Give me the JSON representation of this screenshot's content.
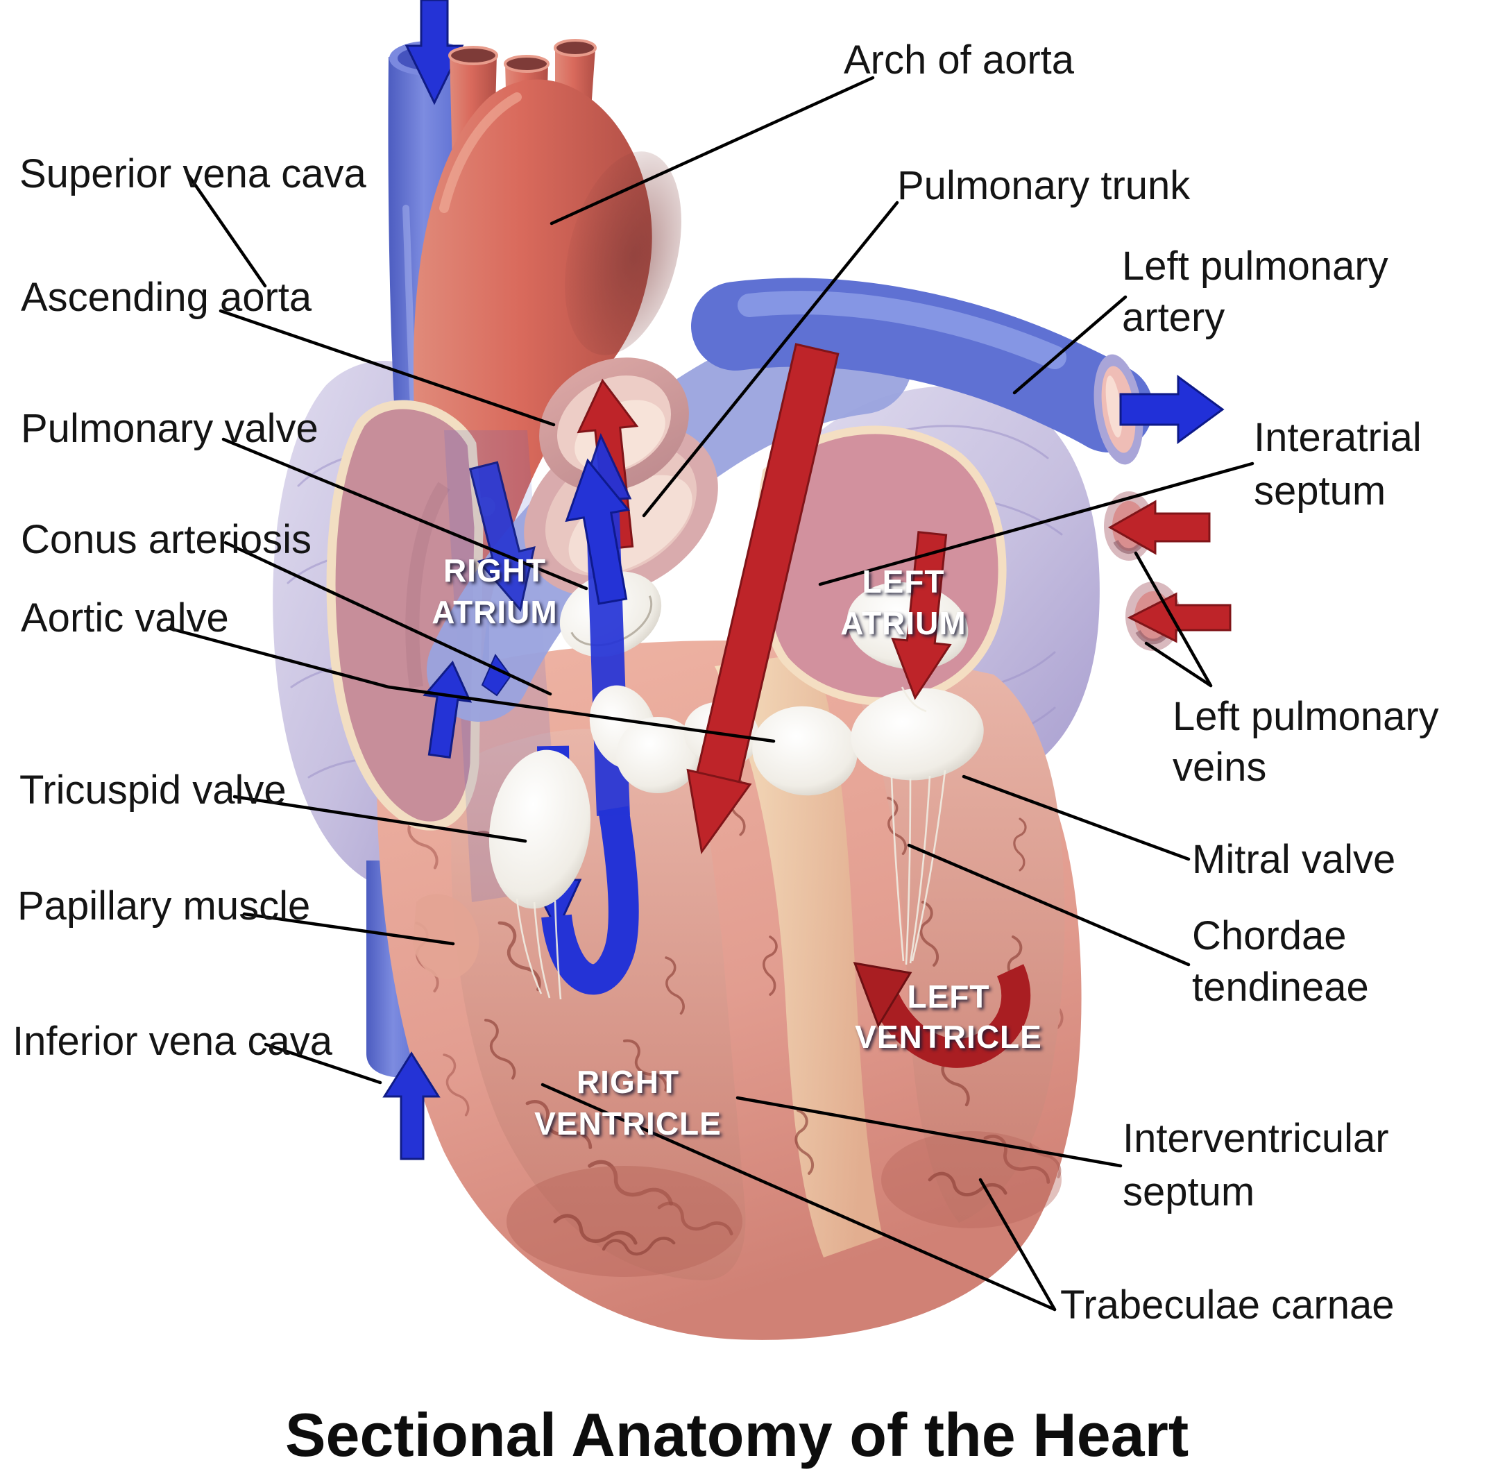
{
  "figure": {
    "title": "Sectional Anatomy of the Heart",
    "background_color": "#ffffff",
    "label_text_color": "#141414",
    "leader_line_color": "#000000",
    "colors": {
      "vein_blue": "#5f71d3",
      "flow_arrow_blue": "#2433d6",
      "artery_red": "#d96a5c",
      "flow_arrow_red": "#be2429",
      "outer_wall_lavender": "#c7c0e0",
      "myocardium_salmon": "#e29d90",
      "valve_white": "#f4f1ea",
      "atrium_rose": "#c98f9c",
      "septum_cream": "#f0d6b4"
    },
    "chambers": [
      {
        "id": "right-atrium",
        "lines": [
          "RIGHT",
          "ATRIUM"
        ]
      },
      {
        "id": "left-atrium",
        "lines": [
          "LEFT",
          "ATRIUM"
        ]
      },
      {
        "id": "right-ventricle",
        "lines": [
          "RIGHT",
          "VENTRICLE"
        ]
      },
      {
        "id": "left-ventricle",
        "lines": [
          "LEFT",
          "VENTRICLE"
        ]
      }
    ],
    "labels": [
      {
        "id": "superior-vena-cava",
        "lines": [
          "Superior vena cava"
        ]
      },
      {
        "id": "ascending-aorta",
        "lines": [
          "Ascending aorta"
        ]
      },
      {
        "id": "pulmonary-valve",
        "lines": [
          "Pulmonary valve"
        ]
      },
      {
        "id": "conus-arteriosis",
        "lines": [
          "Conus arteriosis"
        ]
      },
      {
        "id": "aortic-valve",
        "lines": [
          "Aortic valve"
        ]
      },
      {
        "id": "tricuspid-valve",
        "lines": [
          "Tricuspid valve"
        ]
      },
      {
        "id": "papillary-muscle",
        "lines": [
          "Papillary muscle"
        ]
      },
      {
        "id": "inferior-vena-cava",
        "lines": [
          "Inferior vena cava"
        ]
      },
      {
        "id": "arch-of-aorta",
        "lines": [
          "Arch of aorta"
        ]
      },
      {
        "id": "pulmonary-trunk",
        "lines": [
          "Pulmonary trunk"
        ]
      },
      {
        "id": "left-pulmonary-artery",
        "lines": [
          "Left pulmonary",
          "artery"
        ]
      },
      {
        "id": "interatrial-septum",
        "lines": [
          "Interatrial",
          "septum"
        ]
      },
      {
        "id": "left-pulmonary-veins",
        "lines": [
          "Left pulmonary",
          "veins"
        ]
      },
      {
        "id": "mitral-valve",
        "lines": [
          "Mitral valve"
        ]
      },
      {
        "id": "chordae-tendineae",
        "lines": [
          "Chordae",
          "tendineae"
        ]
      },
      {
        "id": "interventricular-septum",
        "lines": [
          "Interventricular",
          "septum"
        ]
      },
      {
        "id": "trabeculae-carnae",
        "lines": [
          "Trabeculae carnae"
        ]
      }
    ]
  }
}
